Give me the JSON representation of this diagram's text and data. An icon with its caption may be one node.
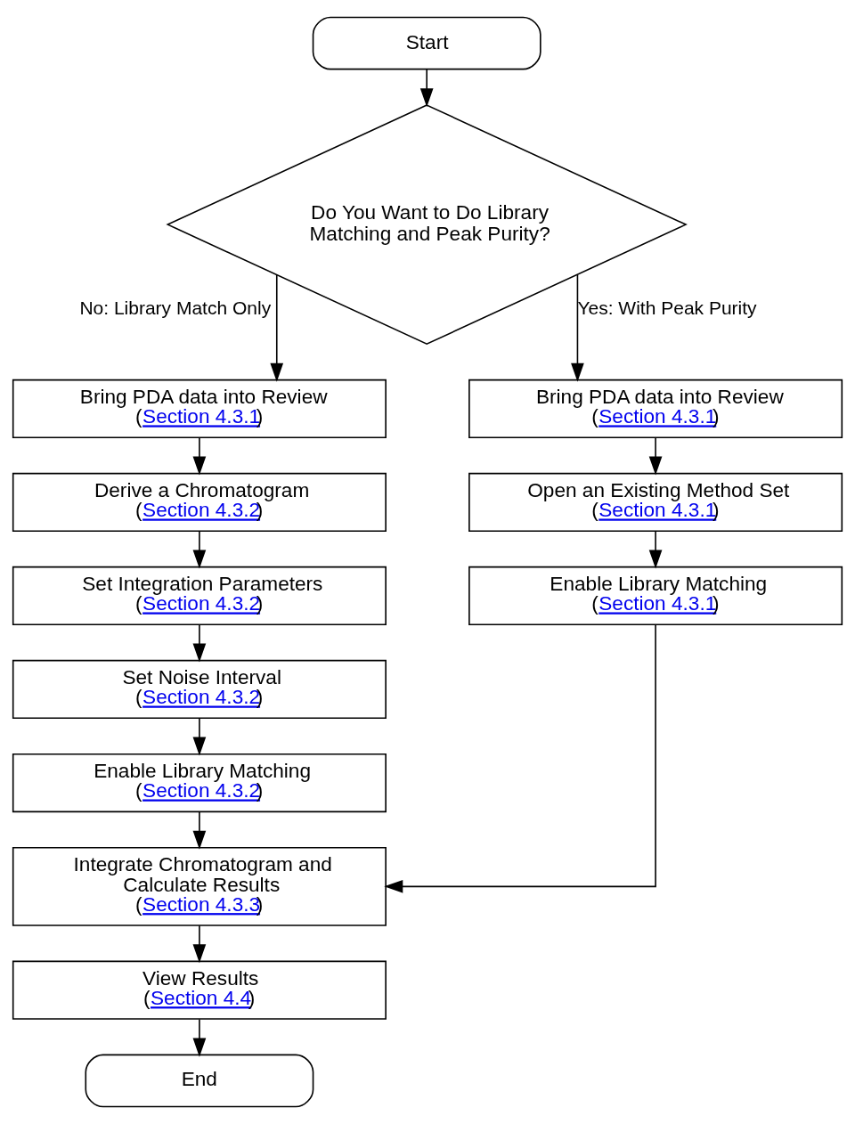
{
  "diagram": {
    "nodes": [
      {
        "text": [
          "Start"
        ]
      },
      {
        "text": [
          "Do You Want to Do Library Matching and Peak Purity?"
        ]
      },
      {
        "text": [
          "Bring PDA data into Review",
          "(Section 4.3.1)"
        ]
      },
      {
        "text": [
          "Derive a Chromatogram",
          "(Section 4.3.2)"
        ]
      },
      {
        "text": [
          "Set Integration Parameters",
          "(Section 4.3.2)"
        ]
      },
      {
        "text": [
          "Set Noise Interval",
          "(Section 4.3.2)"
        ]
      },
      {
        "text": [
          "Enable Library Matching",
          "(Section 4.3.2)"
        ]
      },
      {
        "text": [
          "Integrate Chromatogram and Calculate Results",
          "(Section 4.3.3)"
        ]
      },
      {
        "text": [
          "View Results",
          "(Section 4.4)"
        ]
      },
      {
        "text": [
          "End"
        ]
      },
      {
        "text": [
          "Bring PDA data into Review",
          "(Section 4.3.1)"
        ]
      },
      {
        "text": [
          "Open an Existing Method Set",
          "(Section 4.3.1)"
        ]
      },
      {
        "text": [
          "Enable Library Matching",
          "(Section 4.3.1)"
        ]
      }
    ],
    "edges": [
      {
        "from": 0,
        "to": 1,
        "arrow": "to"
      },
      {
        "from": 1,
        "to": 2,
        "arrow": "to",
        "label": "No: Library Match Only"
      },
      {
        "from": 1,
        "to": 10,
        "arrow": "to",
        "label": "Yes: With Peak Purity"
      },
      {
        "from": 2,
        "to": 3,
        "arrow": "to"
      },
      {
        "from": 3,
        "to": 4,
        "arrow": "to"
      },
      {
        "from": 4,
        "to": 5,
        "arrow": "to"
      },
      {
        "from": 5,
        "to": 6,
        "arrow": "to"
      },
      {
        "from": 6,
        "to": 7,
        "arrow": "to"
      },
      {
        "from": 7,
        "to": 8,
        "arrow": "to"
      },
      {
        "from": 8,
        "to": 9,
        "arrow": "to"
      },
      {
        "from": 10,
        "to": 11,
        "arrow": "to"
      },
      {
        "from": 11,
        "to": 12,
        "arrow": "to"
      },
      {
        "from": 12,
        "to": 7,
        "arrow": "to"
      }
    ]
  }
}
